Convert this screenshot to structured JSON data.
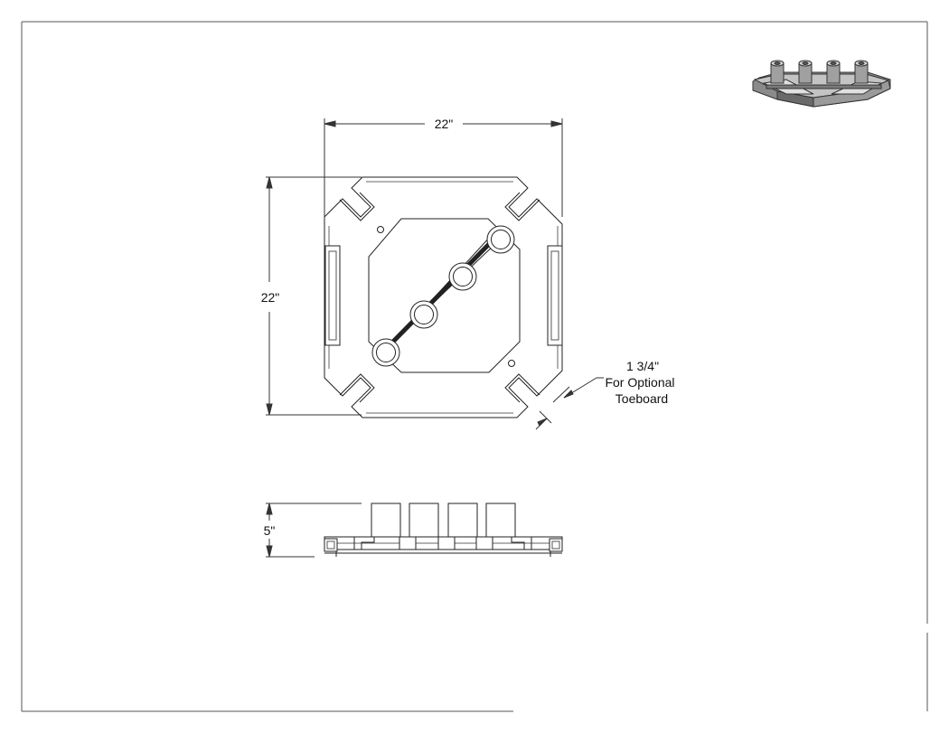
{
  "drawing": {
    "top_view": {
      "width_label": "22\"",
      "height_label": "22\"",
      "note_line1": "1 3/4\"",
      "note_line2": "For Optional",
      "note_line3": "Toeboard"
    },
    "side_view": {
      "height_label": "5\""
    },
    "iso_view": {}
  }
}
